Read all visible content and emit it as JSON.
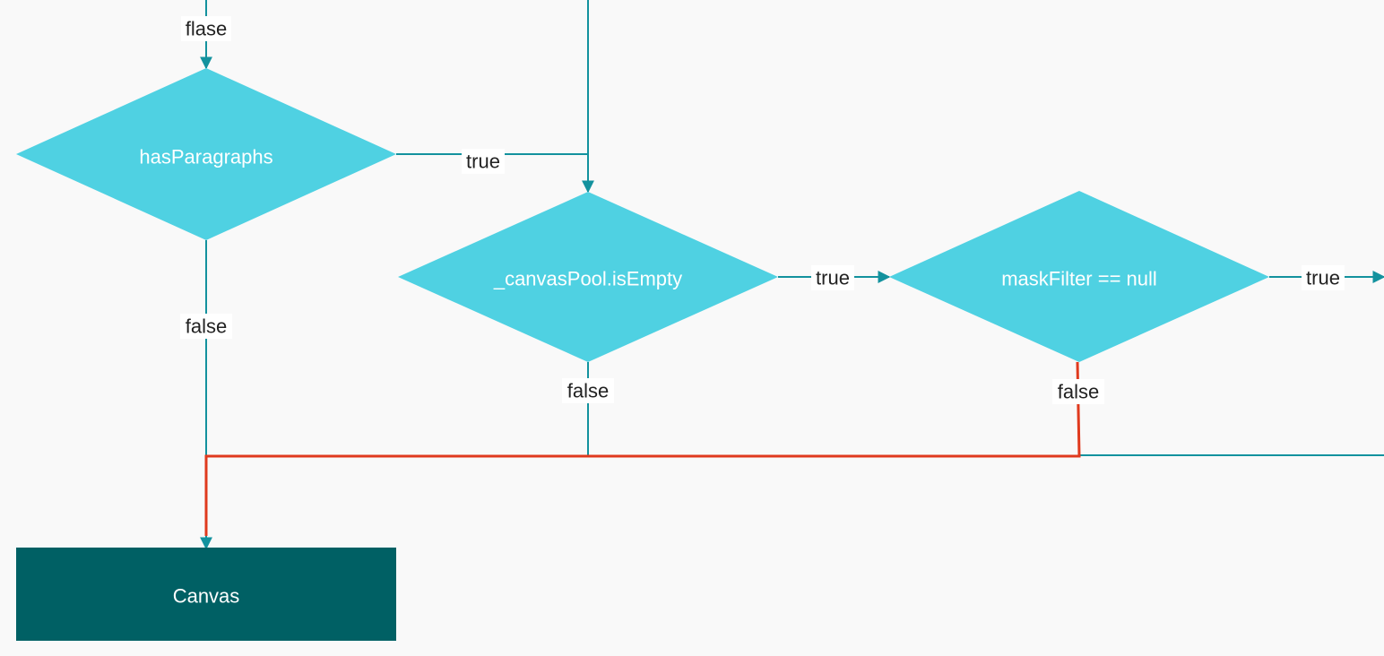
{
  "nodes": {
    "has_paragraphs": "hasParagraphs",
    "canvas_pool_is_empty": "_canvasPool.isEmpty",
    "mask_filter_null": "maskFilter == null",
    "canvas": "Canvas"
  },
  "edge_labels": {
    "top_flase": "flase",
    "has_paragraphs_true": "true",
    "has_paragraphs_false": "false",
    "canvas_pool_true": "true",
    "canvas_pool_false": "false",
    "mask_filter_true": "true",
    "mask_filter_false": "false"
  },
  "colors": {
    "background": "#f9f9f9",
    "decision_fill": "#4fd1e2",
    "terminal_fill": "#006064",
    "edge": "#13929e",
    "highlight_edge": "#e03a1e",
    "label_text": "#222222",
    "node_text": "#ffffff"
  }
}
